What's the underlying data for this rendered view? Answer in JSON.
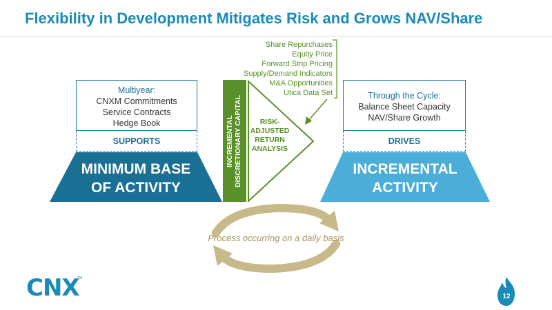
{
  "title": "Flexibility in Development Mitigates Risk and Grows NAV/Share",
  "left_box": {
    "lines": [
      "Multiyear:",
      "CNXM Commitments",
      "Service Contracts",
      "Hedge Book"
    ],
    "tag": "SUPPORTS",
    "base_label_1": "MINIMUM BASE",
    "base_label_2": "OF ACTIVITY"
  },
  "right_box": {
    "lines": [
      "Through the Cycle:",
      "Balance Sheet Capacity",
      "NAV/Share Growth"
    ],
    "tag": "DRIVES",
    "base_label_1": "INCREMENTAL",
    "base_label_2": "ACTIVITY"
  },
  "green_bar": {
    "line1": "INCREMENTAL",
    "line2": "DISCRETIONARY CAPITAL"
  },
  "risk_analysis": [
    "RISK-",
    "ADJUSTED",
    "RETURN",
    "ANALYSIS"
  ],
  "inputs": [
    "Share Repurchases",
    "Equity Price",
    "Forward Strip Pricing",
    "Supply/Demand Indicators",
    "M&A Opportunities",
    "Utica Data Set"
  ],
  "process_text": "Process occurring on a daily basis",
  "logo": "CNX",
  "logo_tm": "TM",
  "page_number": "12",
  "colors": {
    "title_blue": "#1a8bb6",
    "dark_blue": "#1a6f94",
    "light_blue": "#4aaed8",
    "green": "#5a8f2a",
    "tan": "#c8b98a"
  }
}
